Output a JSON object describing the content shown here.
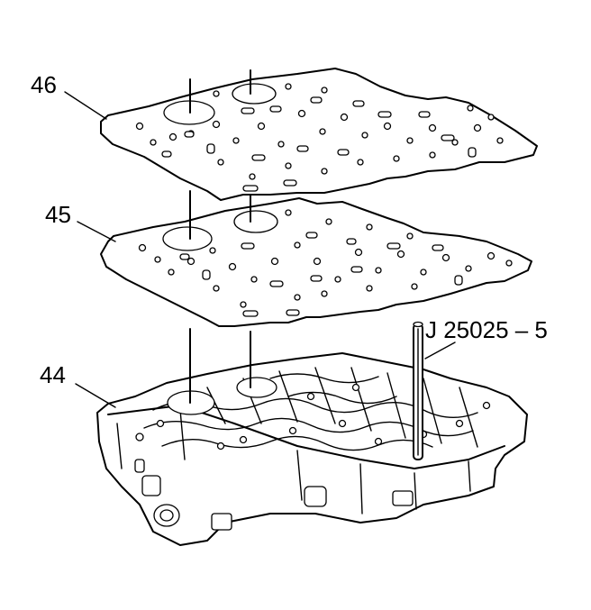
{
  "diagram": {
    "callouts": [
      {
        "id": "46",
        "label": "46"
      },
      {
        "id": "45",
        "label": "45"
      },
      {
        "id": "44",
        "label": "44"
      },
      {
        "id": "tool",
        "label": "J 25025 – 5"
      }
    ],
    "parts": {
      "spacer_plate_upper": "46",
      "spacer_plate_lower": "45",
      "valve_body": "44",
      "alignment_pin": "J 25025 – 5"
    }
  }
}
